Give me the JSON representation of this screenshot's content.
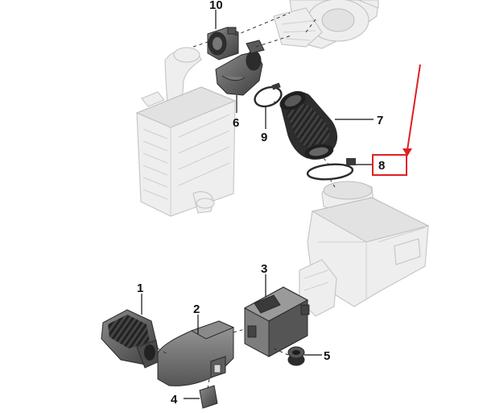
{
  "diagram": {
    "callouts": [
      {
        "id": "part-1",
        "label": "1"
      },
      {
        "id": "part-2",
        "label": "2"
      },
      {
        "id": "part-3",
        "label": "3"
      },
      {
        "id": "part-4",
        "label": "4"
      },
      {
        "id": "part-5",
        "label": "5"
      },
      {
        "id": "part-6",
        "label": "6"
      },
      {
        "id": "part-7",
        "label": "7"
      },
      {
        "id": "part-8",
        "label": "8"
      },
      {
        "id": "part-9",
        "label": "9"
      },
      {
        "id": "part-10",
        "label": "10"
      }
    ],
    "highlight": {
      "target": "8",
      "color": "#e02020"
    },
    "colors": {
      "part": "#6f6f6f",
      "part_dark": "#3d3d3d",
      "ghost": "#eeeeee",
      "outline": "#c4c4c4"
    }
  }
}
